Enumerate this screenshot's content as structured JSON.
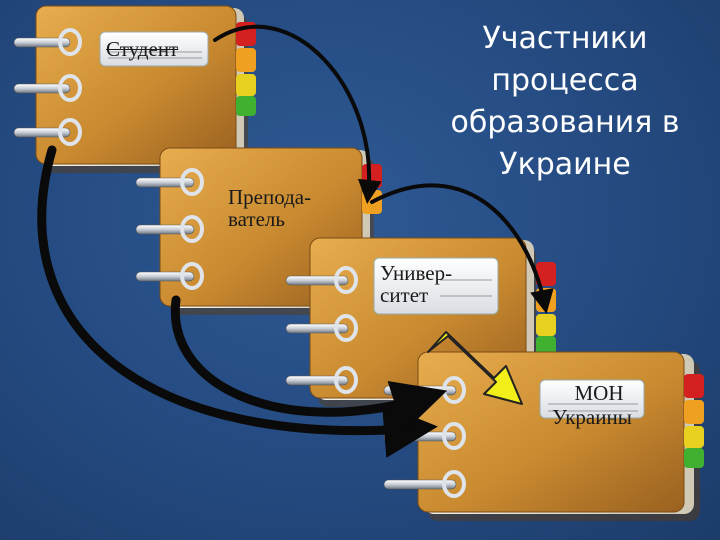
{
  "title": {
    "lines": [
      "Участники",
      "процесса",
      "образования в",
      "Украине"
    ]
  },
  "notebooks": [
    {
      "id": "student",
      "label_lines": [
        "Студент"
      ]
    },
    {
      "id": "teacher",
      "label_lines": [
        "Препода-",
        "ватель"
      ]
    },
    {
      "id": "university",
      "label_lines": [
        "Универ-",
        "ситет"
      ]
    },
    {
      "id": "mon",
      "label_lines": [
        "МОН",
        "Украины"
      ]
    }
  ],
  "colors": {
    "cover_light": "#d89a3a",
    "cover_dark": "#8a5518",
    "tab_red": "#d42020",
    "tab_orange": "#f0a020",
    "tab_yellow": "#e8d020",
    "tab_green": "#40b030",
    "arrow_yellow": "#f2ee1a",
    "arrow_black": "#0a0a0a"
  }
}
